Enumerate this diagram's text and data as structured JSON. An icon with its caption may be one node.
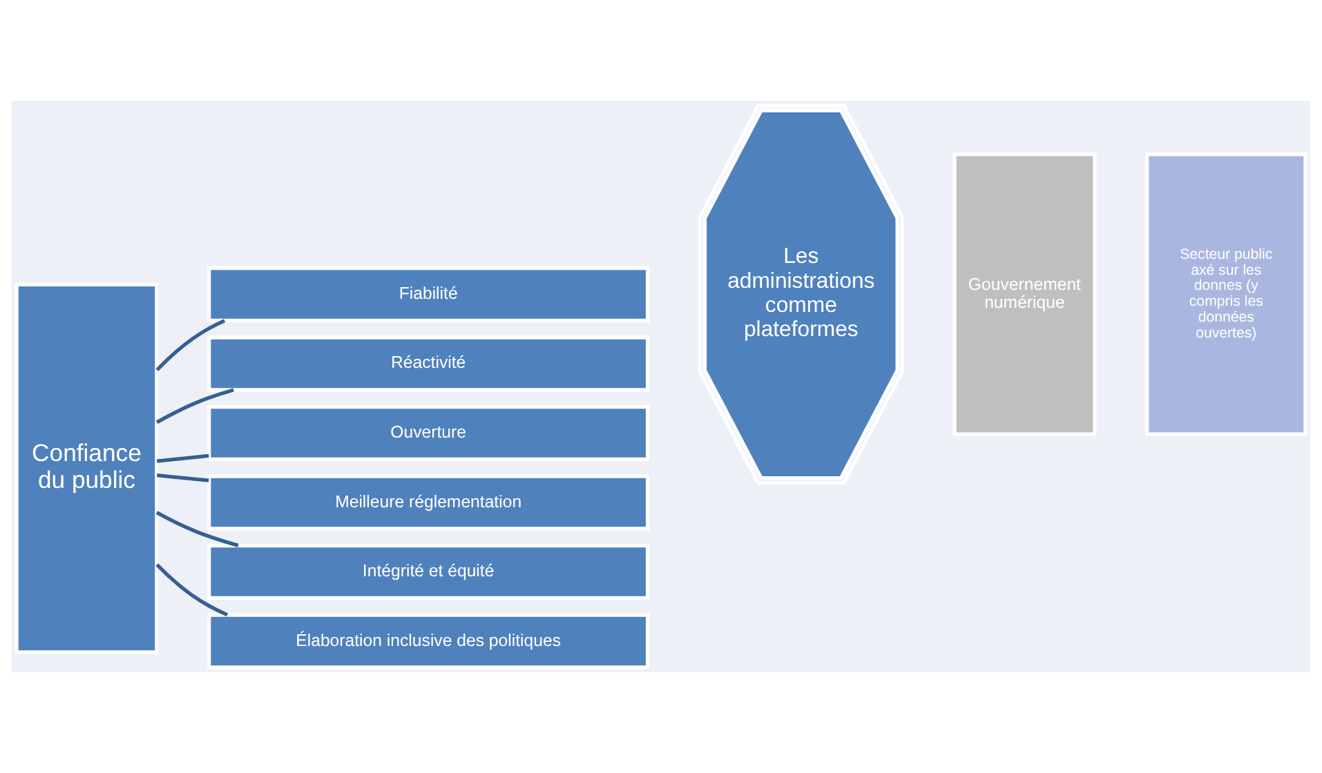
{
  "diagram": {
    "nodes": [
      {
        "text": [
          "Confiance du public"
        ]
      },
      {
        "text": [
          "Fiabilité"
        ]
      },
      {
        "text": [
          "Réactivité"
        ]
      },
      {
        "text": [
          "Ouverture"
        ]
      },
      {
        "text": [
          "Meilleure réglementation"
        ]
      },
      {
        "text": [
          "Intégrité et équité"
        ]
      },
      {
        "text": [
          "Élaboration inclusive des politiques"
        ]
      },
      {
        "text": [
          "Les administrations comme plateformes"
        ]
      },
      {
        "text": [
          "Gouvernement numérique"
        ]
      },
      {
        "text": [
          "Secteur public axé sur les donnes (y compris les données ouvertes)"
        ]
      }
    ],
    "edges": [
      {
        "from": 0,
        "to": 1,
        "arrow": "none"
      },
      {
        "from": 0,
        "to": 2,
        "arrow": "none"
      },
      {
        "from": 0,
        "to": 3,
        "arrow": "none"
      },
      {
        "from": 0,
        "to": 4,
        "arrow": "none"
      },
      {
        "from": 0,
        "to": 5,
        "arrow": "none"
      },
      {
        "from": 0,
        "to": 6,
        "arrow": "none"
      }
    ]
  }
}
